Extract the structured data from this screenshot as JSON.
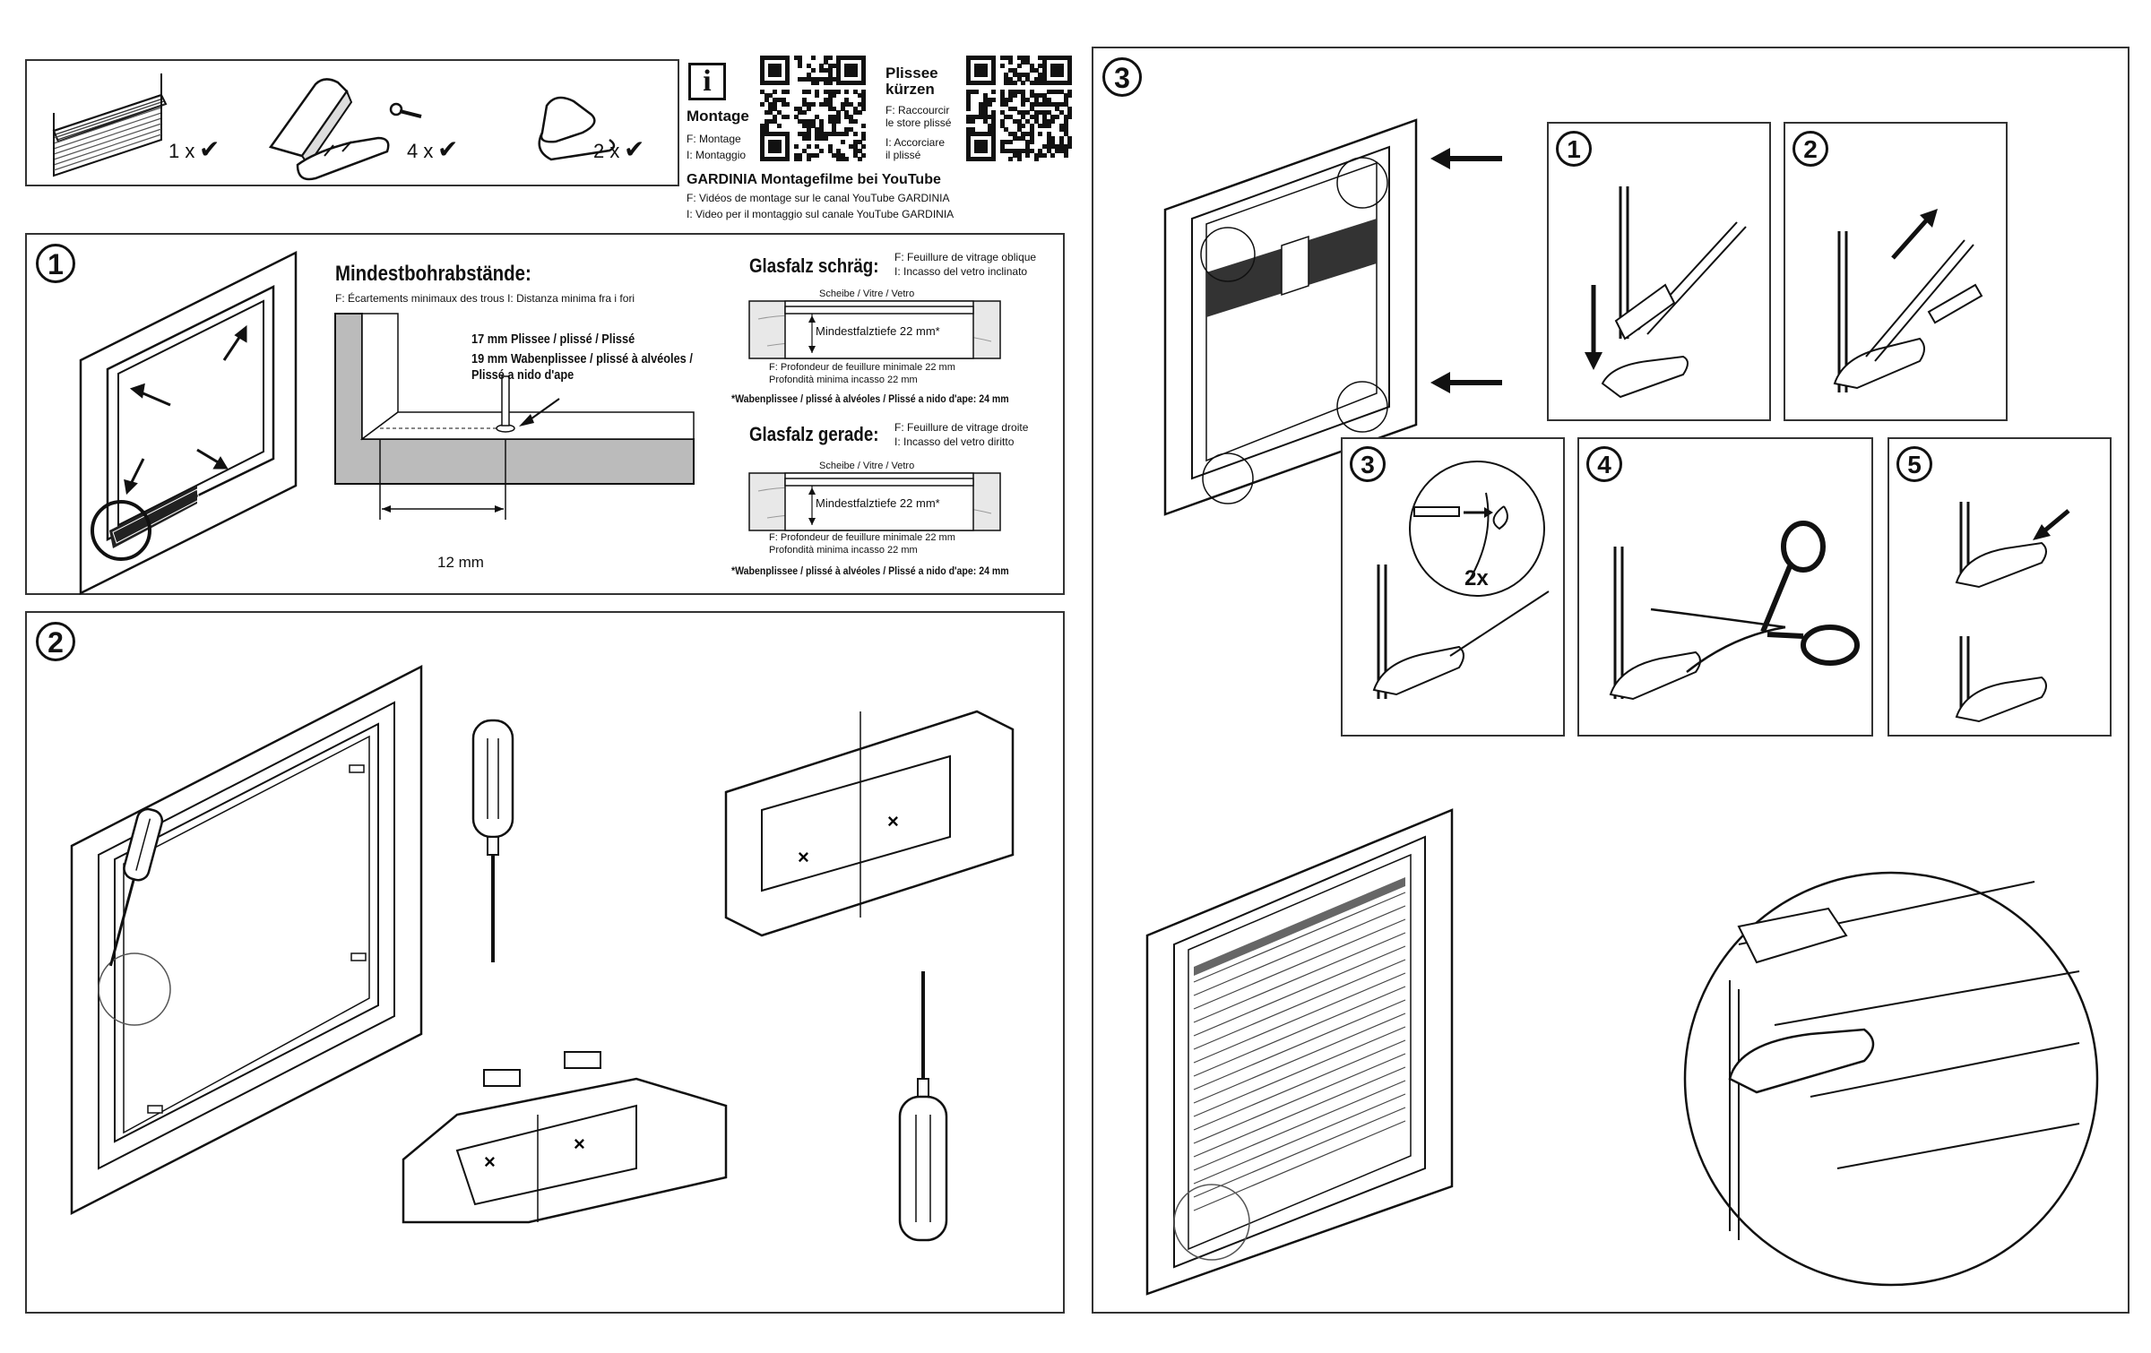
{
  "parts": {
    "count1": "1 x",
    "count2": "4 x",
    "count3": "2 x",
    "check": "✔"
  },
  "video": {
    "info_glyph": "i",
    "montage_title": "Montage",
    "montage_fr": "F: Montage",
    "montage_it": "I: Montaggio",
    "shorten_title_1": "Plissee",
    "shorten_title_2": "kürzen",
    "shorten_fr_1": "F: Raccourcir",
    "shorten_fr_2": "le store plissé",
    "shorten_it_1": "I: Accorciare",
    "shorten_it_2": "il plissé",
    "youtube_title": "GARDINIA Montagefilme bei YouTube",
    "youtube_fr": "F: Vidéos de montage sur le canal YouTube GARDINIA",
    "youtube_it": "I: Video per il montaggio sul canale YouTube GARDINIA"
  },
  "step1": {
    "number": "1",
    "title": "Mindestbohrabstände:",
    "subtitle": "F: Écartements minimaux des trous    I: Distanza minima fra i fori",
    "note1": "17 mm Plissee / plissé / Plissé",
    "note2a": "19 mm Wabenplissee / plissé à alvéoles /",
    "note2b": "Plissé a nido d'ape",
    "dimension": "12 mm",
    "oblique_title": "Glasfalz schräg:",
    "oblique_fr": "F: Feuillure de vitrage oblique",
    "oblique_it": "I: Incasso del vetro inclinato",
    "glass_label": "Scheibe / Vitre / Vetro",
    "depth_label": "Mindestfalztiefe 22 mm*",
    "depth_fr": "F: Profondeur de feuillure minimale 22 mm",
    "depth_it": "Profondità minima incasso 22 mm",
    "honeycomb_note": "*Wabenplissee / plissé à alvéoles / Plissé a nido d'ape: 24 mm",
    "straight_title": "Glasfalz gerade:",
    "straight_fr": "F: Feuillure de vitrage droite",
    "straight_it": "I: Incasso del vetro diritto"
  },
  "step2": {
    "number": "2"
  },
  "step3": {
    "number": "3",
    "sub": [
      "1",
      "2",
      "3",
      "4",
      "5"
    ],
    "times": "2x"
  }
}
